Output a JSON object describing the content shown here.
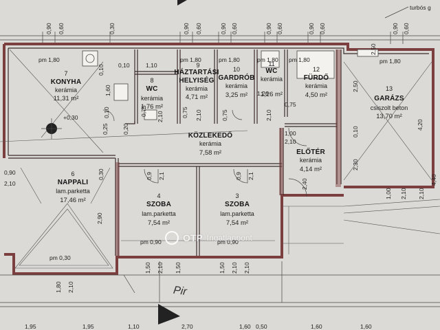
{
  "rooms": [
    {
      "id": "kitchen",
      "num": "7",
      "name": "KONYHA",
      "material": "kerámia",
      "area": "11,31 m²",
      "pm": "pm 1,80"
    },
    {
      "id": "wc-small",
      "num": "8",
      "name": "WC",
      "material": "kerámia",
      "area": "1,76 m²"
    },
    {
      "id": "utility",
      "num": "9",
      "name": "HÁZTARTÁSI HELYISÉG",
      "name_line1": "HÁZTARTÁSI",
      "name_line2": "HELYISÉG",
      "material": "kerámia",
      "area": "4,71 m²",
      "pm": "pm 1,80"
    },
    {
      "id": "wardrobe",
      "num": "10",
      "name": "GARDRÓB",
      "material": "kerámia",
      "area": "3,25 m²",
      "pm": "pm 1,80"
    },
    {
      "id": "wc",
      "num": "11",
      "name": "WC",
      "material": "kerámia",
      "area": "1,26 m²",
      "pm": "pm 1,80"
    },
    {
      "id": "bathroom",
      "num": "12",
      "name": "FÜRDŐ",
      "material": "kerámia",
      "area": "4,50 m²",
      "pm": "pm 1,80"
    },
    {
      "id": "garage",
      "num": "13",
      "name": "GARÁZS",
      "material": "csiszolt beton",
      "area": "13,70 m²",
      "pm": "pm 1,80"
    },
    {
      "id": "corridor",
      "num": "",
      "name": "KÖZLEKEDŐ",
      "material": "kerámia",
      "area": "7,58 m²"
    },
    {
      "id": "hall",
      "num": "",
      "name": "ELŐTÉR",
      "material": "kerámia",
      "area": "4,14 m²"
    },
    {
      "id": "living",
      "num": "6",
      "name": "NAPPALI",
      "material": "lam.parketta",
      "area": "17,46 m²",
      "pm": "pm 0,30"
    },
    {
      "id": "room4",
      "num": "4",
      "name": "SZOBA",
      "material": "lam.parketta",
      "area": "7,54 m²",
      "pm": "pm 0,90"
    },
    {
      "id": "room3",
      "num": "3",
      "name": "SZOBA",
      "material": "lam.parketta",
      "area": "7,54 m²",
      "pm": "pm 0,90"
    }
  ],
  "dimensions_top": [
    "0,90",
    "0,60",
    "0,30",
    "0,90",
    "0,60",
    "0,90",
    "0,60",
    "0,90",
    "0,60",
    "0,90",
    "0,60",
    "0,90",
    "0,60"
  ],
  "dimensions_bottom": [
    "1,95",
    "1,95",
    "1,10",
    "2,70",
    "1,60",
    "0,50",
    "1,60",
    "1,60"
  ],
  "dimensions_lower": [
    "1,80",
    "2,10",
    "1,50",
    "2,10",
    "1,50",
    "2,10",
    "1,50",
    "2,10"
  ],
  "dimensions_inner": [
    "0,10",
    "1,10",
    "0,10",
    "1,60",
    "0,10",
    "0,75",
    "2,10",
    "0,75",
    "2,10",
    "0,75",
    "1,26",
    "2,10",
    "0,75",
    "1,00",
    "2,10",
    "2,50",
    "0,10",
    "2,30",
    "4,20",
    "4,40",
    "0,90",
    "2,10",
    "2,90",
    "0,30",
    "0,9",
    "2,1",
    "0,9",
    "2,1",
    "2,40",
    "1,00",
    "2,10",
    "2,50",
    "2,10",
    "0,25",
    "0,20",
    "+0,30"
  ],
  "top_annotation": "turbós g",
  "handwritten_note": "Pir",
  "watermark": {
    "brand": "OTP",
    "tail": "Ingatlanpont"
  },
  "colors": {
    "wall": "#7c3f3f",
    "paper": "#dcdad6",
    "line": "#333333"
  }
}
